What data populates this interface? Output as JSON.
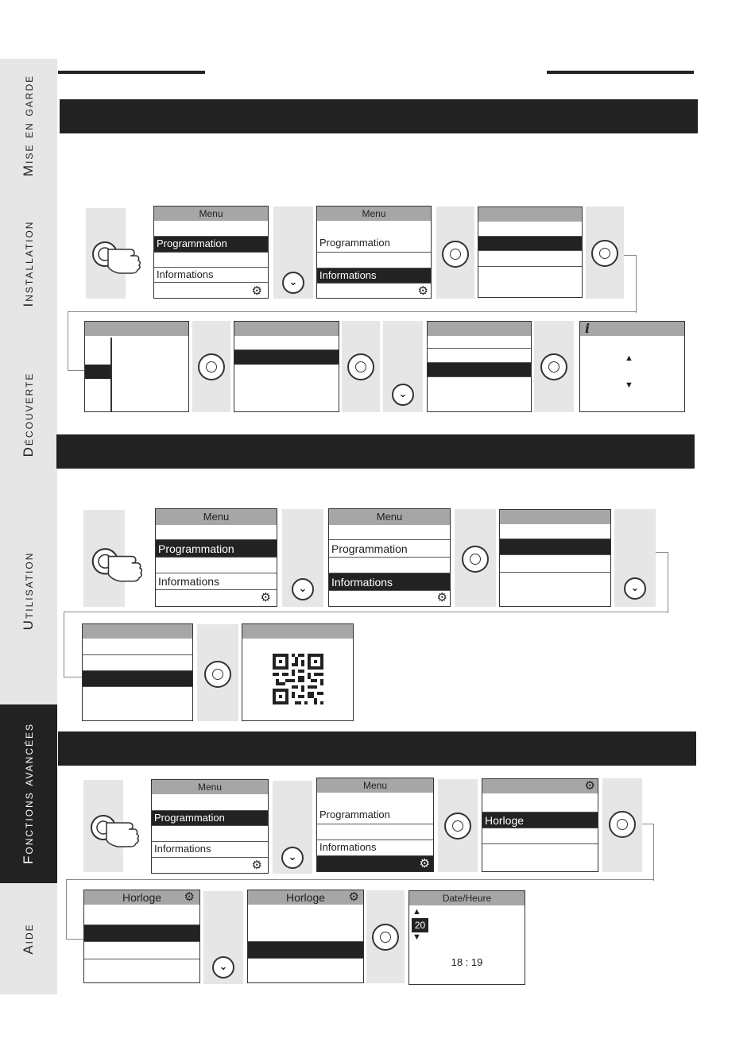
{
  "sidebar": {
    "tabs": [
      {
        "label": "Mise en garde"
      },
      {
        "label": "Installation"
      },
      {
        "label": "Découverte"
      },
      {
        "label": "Utilisation"
      },
      {
        "label": "Fonctions avancées"
      },
      {
        "label": "Aide"
      }
    ],
    "active": "Fonctions avancées"
  },
  "menu": {
    "title": "Menu",
    "item_programmation": "Programmation",
    "item_informations": "Informations"
  },
  "clock": {
    "title": "Horloge",
    "datetime_title": "Date/Heure",
    "value_selected": "20",
    "time": "18 : 19"
  },
  "icons": [
    "press-hand-icon",
    "ok-button-icon",
    "down-arrow-button-icon",
    "gear-icon",
    "info-icon",
    "up-triangle-icon",
    "down-triangle-icon",
    "qr-code"
  ],
  "info_glyph": "i",
  "colors": {
    "dark": "#222222",
    "header_grey": "#a6a6a6",
    "panel_grey": "#e6e6e6"
  }
}
